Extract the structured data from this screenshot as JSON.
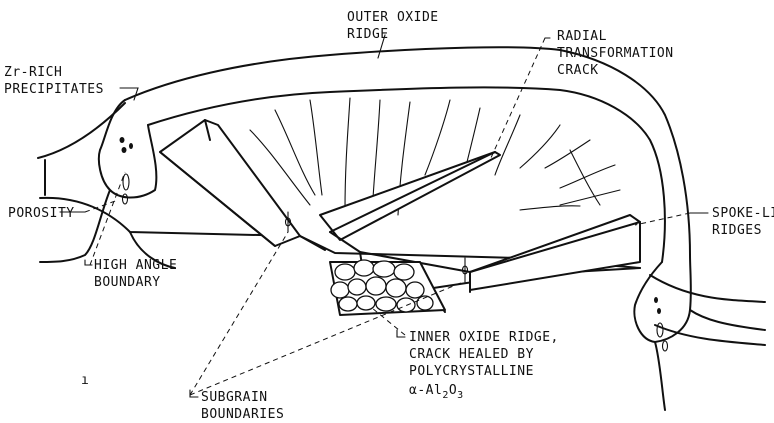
{
  "labels": {
    "outer_oxide_1": "OUTER OXIDE",
    "outer_oxide_2": "RIDGE",
    "radial_1": "RADIAL",
    "radial_2": "TRANSFORMATION",
    "radial_3": "CRACK",
    "zr_1": "Zr-RICH",
    "zr_2": "PRECIPITATES",
    "porosity": "POROSITY",
    "high_angle_1": "HIGH ANGLE",
    "high_angle_2": "BOUNDARY",
    "spoke_1": "SPOKE-LIKE",
    "spoke_2": "RIDGES",
    "inner_1": "INNER OXIDE RIDGE,",
    "inner_2": "CRACK HEALED BY",
    "inner_3": "POLYCRYSTALLINE",
    "inner_4_main": "α-Al",
    "inner_4_sub1": "2",
    "inner_4_mid": "O",
    "inner_4_sub2": "3",
    "subgrain_1": "SUBGRAIN",
    "subgrain_2": "BOUNDARIES",
    "stray_mark": "ı"
  },
  "colors": {
    "ink": "#111111",
    "background": "#ffffff"
  }
}
